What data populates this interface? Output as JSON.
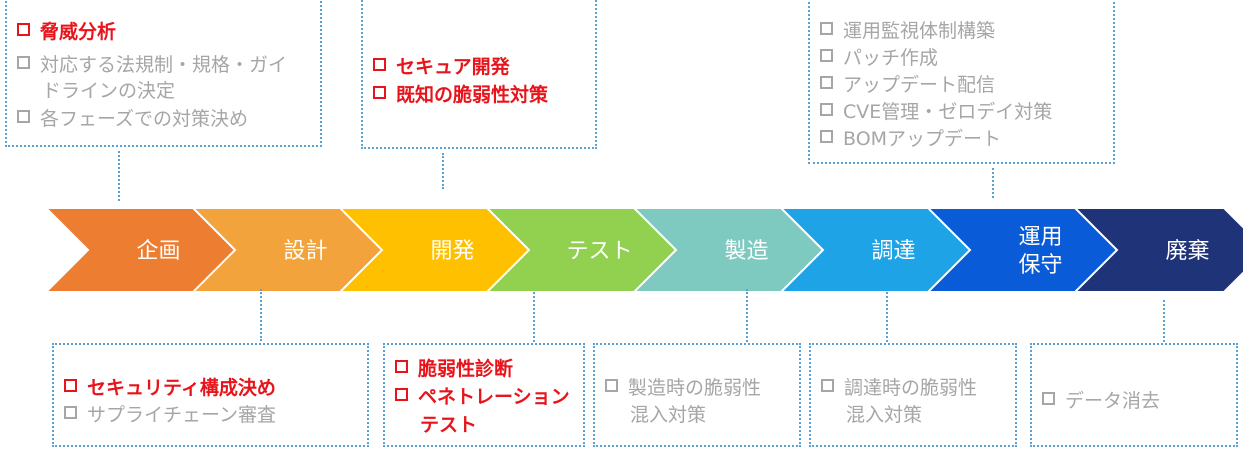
{
  "stages": [
    {
      "id": "kikaku",
      "lines": [
        "企画"
      ],
      "color": "#ed7d31"
    },
    {
      "id": "sekkei",
      "lines": [
        "設計"
      ],
      "color": "#f3a33b"
    },
    {
      "id": "kaihatsu",
      "lines": [
        "開発"
      ],
      "color": "#ffc000"
    },
    {
      "id": "test",
      "lines": [
        "テスト"
      ],
      "color": "#92d050"
    },
    {
      "id": "seizo",
      "lines": [
        "製造"
      ],
      "color": "#7fcac0"
    },
    {
      "id": "chotatsu",
      "lines": [
        "調達"
      ],
      "color": "#1ea3e6"
    },
    {
      "id": "unyo",
      "lines": [
        "運用",
        "保守"
      ],
      "color": "#0a5bd8"
    },
    {
      "id": "haiki",
      "lines": [
        "廃棄"
      ],
      "color": "#1f3478"
    }
  ],
  "boxes": {
    "kikaku": [
      {
        "text": "脅威分析",
        "style": "highlight"
      },
      {
        "text": "対応する法規制・規格・ガイ",
        "style": "gray"
      },
      {
        "text": "ドラインの決定",
        "style": "gray",
        "continuation": true
      },
      {
        "text": "各フェーズでの対策決め",
        "style": "gray"
      }
    ],
    "kaihatsu": [
      {
        "text": "セキュア開発",
        "style": "highlight"
      },
      {
        "text": "既知の脆弱性対策",
        "style": "highlight"
      }
    ],
    "unyo": [
      {
        "text": "運用監視体制構築",
        "style": "gray"
      },
      {
        "text": "パッチ作成",
        "style": "gray"
      },
      {
        "text": "アップデート配信",
        "style": "gray"
      },
      {
        "text": "CVE管理・ゼロデイ対策",
        "style": "gray"
      },
      {
        "text": "BOMアップデート",
        "style": "gray"
      }
    ],
    "sekkei": [
      {
        "text": "セキュリティ構成決め",
        "style": "highlight"
      },
      {
        "text": "サプライチェーン審査",
        "style": "gray"
      }
    ],
    "test": [
      {
        "text": "脆弱性診断",
        "style": "highlight"
      },
      {
        "text": "ペネトレーション",
        "style": "highlight"
      },
      {
        "text": "テスト",
        "style": "highlight",
        "continuation": true
      }
    ],
    "seizo": [
      {
        "text": "製造時の脆弱性",
        "style": "gray"
      },
      {
        "text": "混入対策",
        "style": "gray",
        "continuation": true
      }
    ],
    "chotatsu": [
      {
        "text": "調達時の脆弱性",
        "style": "gray"
      },
      {
        "text": "混入対策",
        "style": "gray",
        "continuation": true
      }
    ],
    "haiki": [
      {
        "text": "データ消去",
        "style": "gray"
      }
    ]
  }
}
